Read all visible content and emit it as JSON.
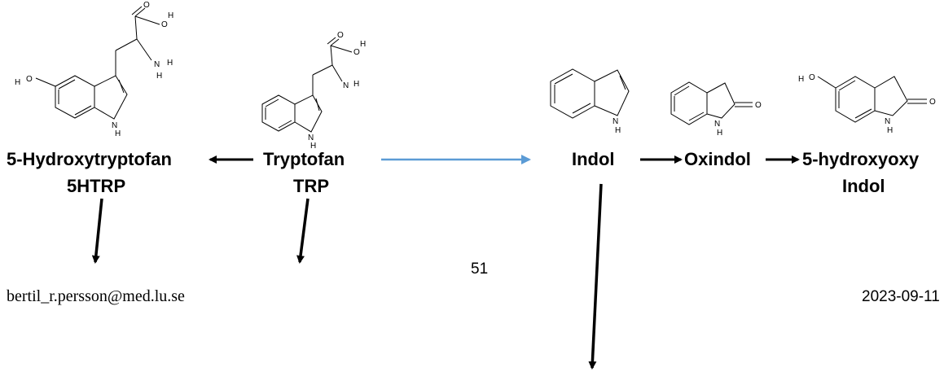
{
  "compounds": {
    "hydroxytryptofan": {
      "name": "5-Hydroxytryptofan",
      "abbr": "5HTRP"
    },
    "tryptofan": {
      "name": "Tryptofan",
      "abbr": "TRP"
    },
    "indol": {
      "name": "Indol"
    },
    "oxindol": {
      "name": "Oxindol"
    },
    "hydroxyoxyindol": {
      "name": "5-hydroxyoxy",
      "name2": "Indol"
    }
  },
  "atoms": {
    "O": "O",
    "H": "H",
    "N": "N",
    "NH": "N",
    "HO": "H"
  },
  "footer": {
    "email": "bertil_r.persson@med.lu.se",
    "page": "51",
    "date": "2023-09-11"
  },
  "colors": {
    "text": "#000000",
    "arrow_blue": "#5b9bd5",
    "arrow_black": "#000000"
  }
}
